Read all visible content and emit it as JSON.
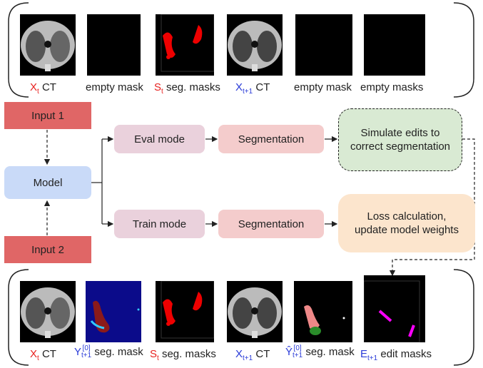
{
  "top_row": [
    {
      "label": "X",
      "sub": "t",
      "suffix": " CT"
    },
    {
      "label": "empty mask"
    },
    {
      "label": "S",
      "sub": "t",
      "suffix": " seg. masks"
    },
    {
      "label": "X",
      "sub": "t+1",
      "suffix": " CT"
    },
    {
      "label": "empty mask"
    },
    {
      "label": "empty masks"
    }
  ],
  "bottom_row": [
    {
      "label": "X",
      "sub": "t",
      "suffix": " CT"
    },
    {
      "label": "Y",
      "sup": "[0]",
      "sub": "t+1",
      "suffix": " seg. mask"
    },
    {
      "label": "S",
      "sub": "t",
      "suffix": " seg. masks"
    },
    {
      "label": "X",
      "sub": "t+1",
      "suffix": " CT"
    },
    {
      "label": "Ŷ",
      "sup": "[0]",
      "sub": "t+1",
      "suffix": " seg. mask"
    },
    {
      "label": "E",
      "sub": "t+1",
      "suffix": " edit masks"
    }
  ],
  "boxes": {
    "input1": "Input 1",
    "input2": "Input 2",
    "model": "Model",
    "eval_mode": "Eval mode",
    "train_mode": "Train mode",
    "segmentation_top": "Segmentation",
    "segmentation_bottom": "Segmentation",
    "simulate": "Simulate edits to correct segmentation",
    "loss": "Loss calculation, update model weights"
  },
  "colors": {
    "input": "#e06666",
    "model": "#c9daf8",
    "mode": "#ead1dc",
    "segmentation": "#f4cccc",
    "simulate": "#d9ead3",
    "loss": "#fce5cd",
    "red_label": "#e8211f",
    "blue_label": "#2a3bd8"
  }
}
